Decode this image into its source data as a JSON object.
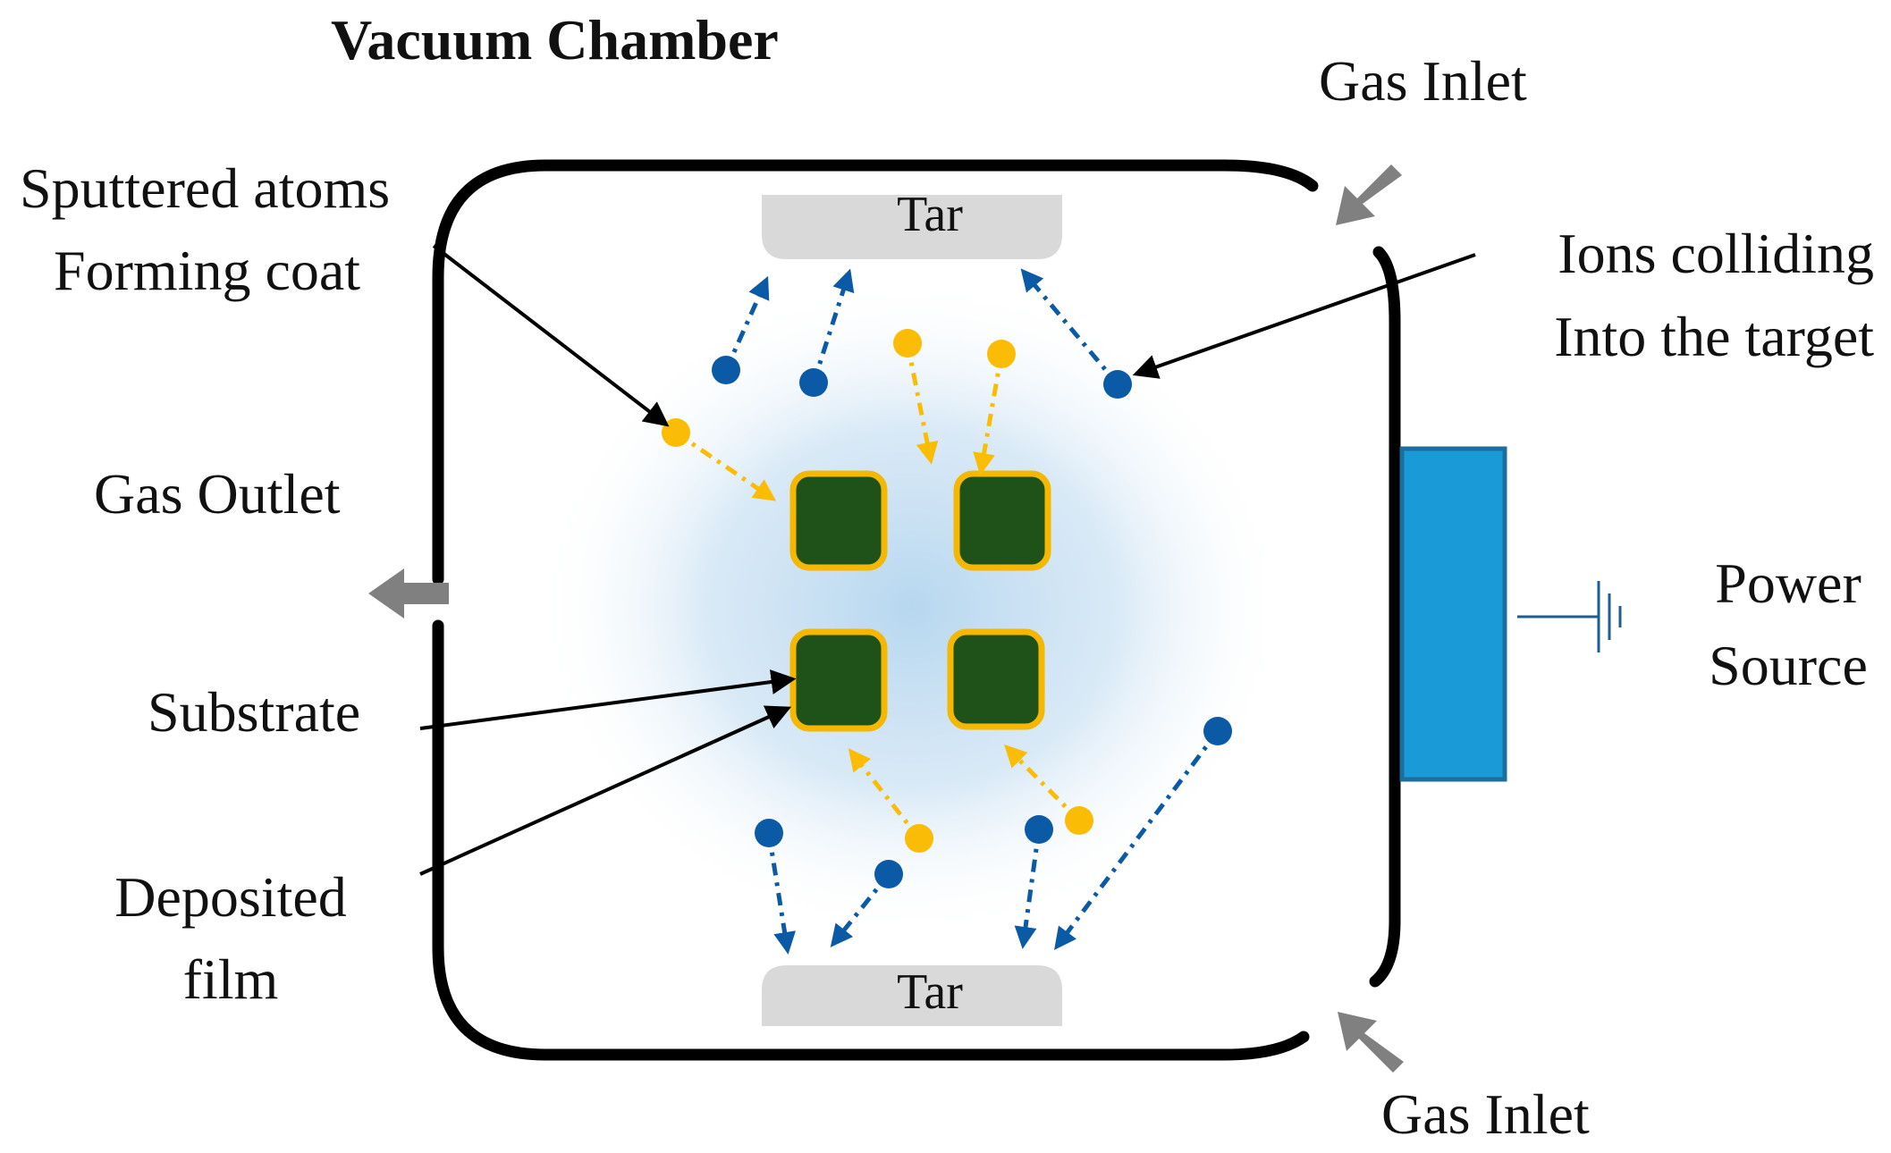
{
  "title": "Vacuum Chamber",
  "targets": {
    "top_label": "Tar",
    "bottom_label": "Tar"
  },
  "labels": {
    "gas_inlet_top": "Gas Inlet",
    "gas_inlet_bottom": "Gas Inlet",
    "gas_outlet": "Gas Outlet",
    "sputtered_line1": "Sputtered atoms",
    "sputtered_line2": "Forming coat",
    "ions_line1": "Ions colliding",
    "ions_line2": "Into the target",
    "substrate": "Substrate",
    "deposited_line1": "Deposited",
    "deposited_line2": "film",
    "power_line1": "Power",
    "power_line2": "Source"
  },
  "colors": {
    "chamber_wall": "#000000",
    "ion": "#0b5aa5",
    "sputtered_atom": "#fbbc05",
    "substrate_fill": "#1f5218",
    "substrate_border": "#f5b700",
    "target_fill": "#d9d9d9",
    "power_source": "#1a9ad6",
    "plasma_glow": "#b7d7ef",
    "flow_arrow": "#808080"
  },
  "icons": [
    "gas-inlet-arrow-icon",
    "gas-outlet-arrow-icon",
    "ground-symbol-icon"
  ]
}
